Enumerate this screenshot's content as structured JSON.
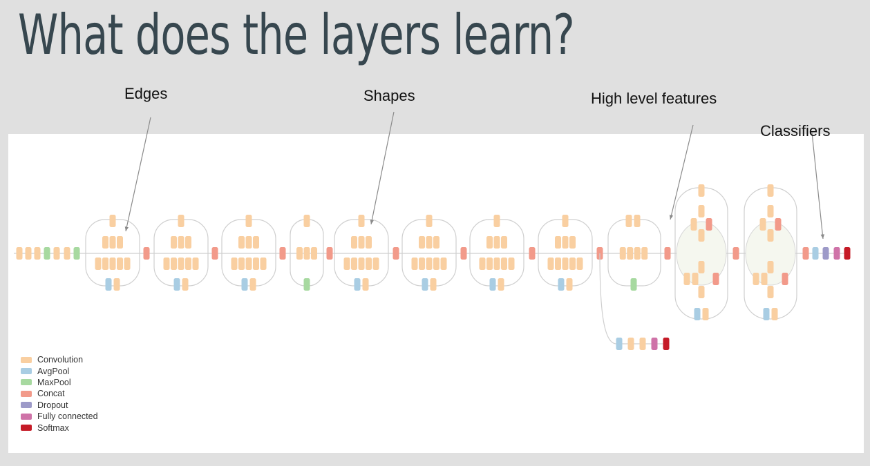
{
  "slide": {
    "title": "What does the layers learn?"
  },
  "annotations": {
    "edges": "Edges",
    "shapes": "Shapes",
    "high_level_features": "High level features",
    "classifiers": "Classifiers"
  },
  "legend": {
    "items": [
      {
        "label": "Convolution",
        "color": "#f9cfa1"
      },
      {
        "label": "AvgPool",
        "color": "#a9cde3"
      },
      {
        "label": "MaxPool",
        "color": "#a7d9a0"
      },
      {
        "label": "Concat",
        "color": "#f29a8a"
      },
      {
        "label": "Dropout",
        "color": "#9d9ac8"
      },
      {
        "label": "Fully connected",
        "color": "#cf73a8"
      },
      {
        "label": "Softmax",
        "color": "#c51b27"
      }
    ]
  }
}
